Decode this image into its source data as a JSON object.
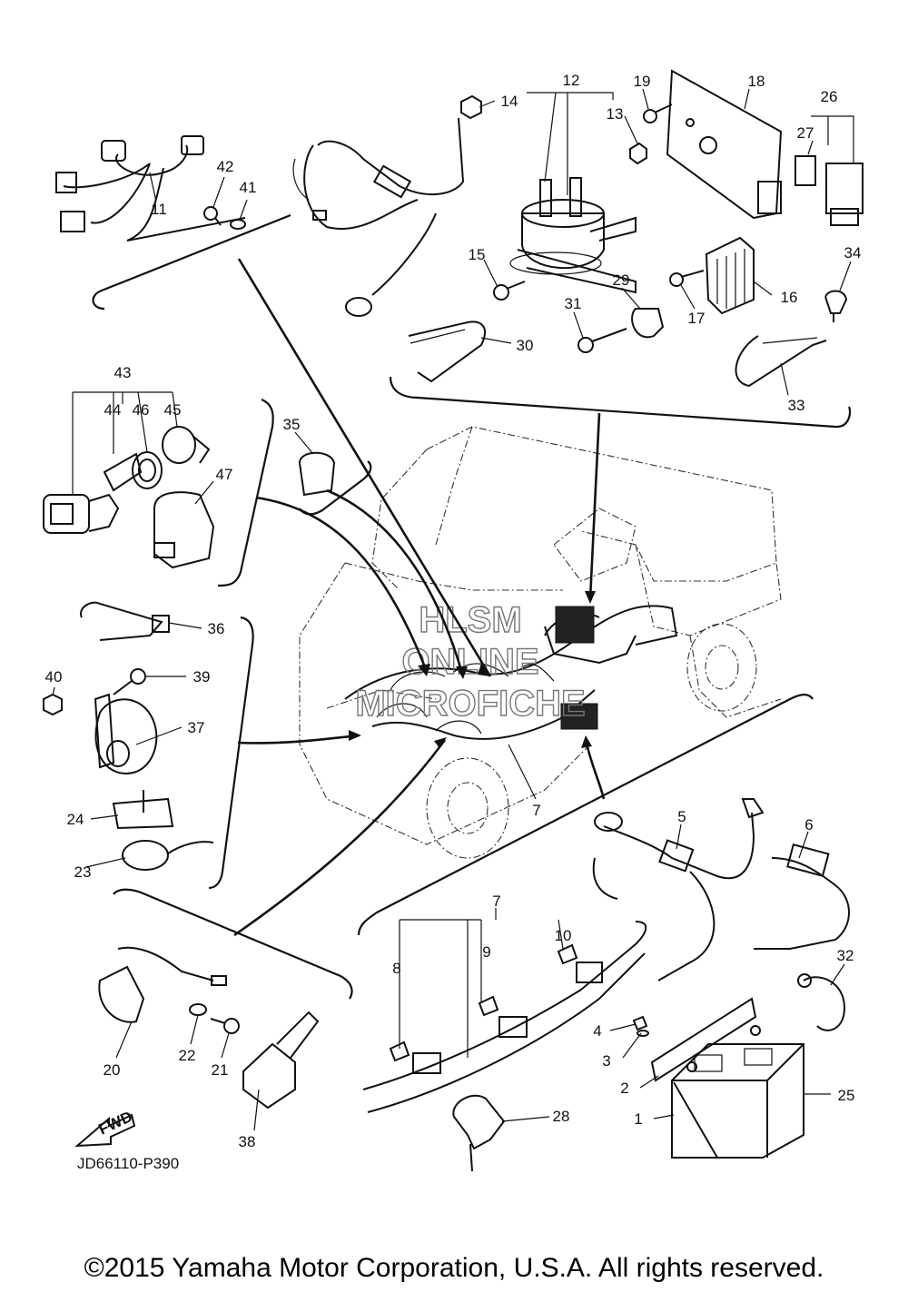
{
  "diagram": {
    "code": "JD66110-P390",
    "fwd_label": "FWD",
    "watermark": [
      "HLSM",
      "ONLINE",
      "MICROFICHE"
    ],
    "copyright": "©2015 Yamaha Motor Corporation, U.S.A. All rights reserved.",
    "callouts": {
      "n1": "1",
      "n2": "2",
      "n3": "3",
      "n4": "4",
      "n5": "5",
      "n6": "6",
      "n7a": "7",
      "n7b": "7",
      "n8": "8",
      "n9": "9",
      "n10": "10",
      "n11": "11",
      "n12": "12",
      "n13": "13",
      "n14": "14",
      "n15": "15",
      "n16": "16",
      "n17": "17",
      "n18": "18",
      "n19": "19",
      "n20": "20",
      "n21": "21",
      "n22": "22",
      "n23": "23",
      "n24": "24",
      "n25": "25",
      "n26": "26",
      "n27": "27",
      "n28": "28",
      "n29": "29",
      "n30": "30",
      "n31": "31",
      "n32": "32",
      "n33": "33",
      "n34": "34",
      "n35": "35",
      "n36": "36",
      "n37": "37",
      "n38": "38",
      "n39": "39",
      "n40": "40",
      "n41": "41",
      "n42": "42",
      "n43": "43",
      "n44": "44",
      "n45": "45",
      "n46": "46",
      "n47": "47"
    }
  }
}
